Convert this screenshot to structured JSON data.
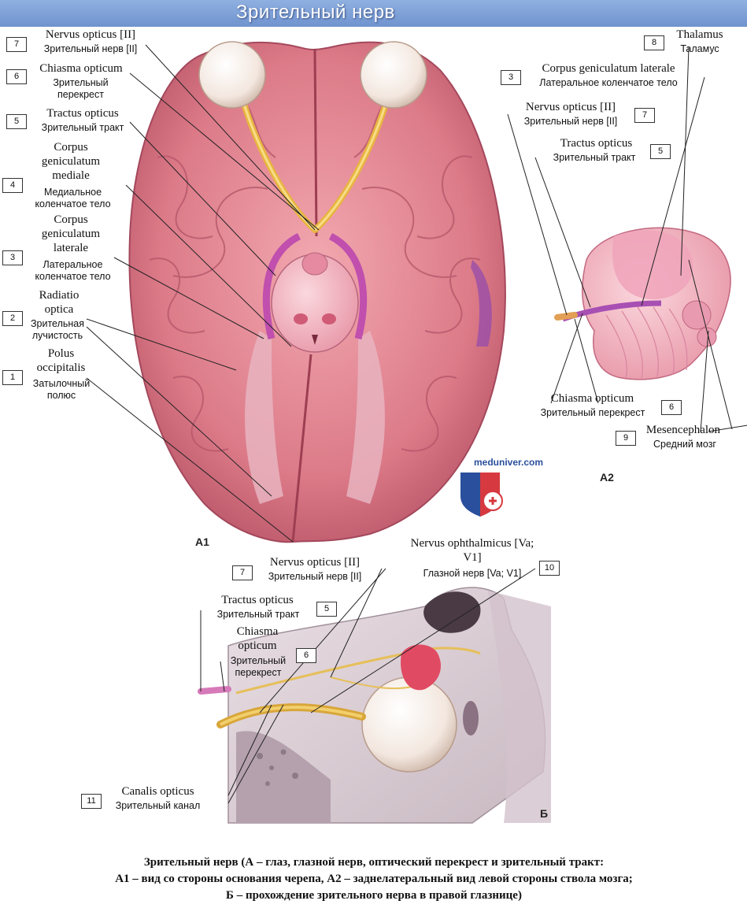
{
  "header": {
    "title": "Зрительный нерв"
  },
  "panels": {
    "a1": "А1",
    "a2": "А2",
    "b": "Б"
  },
  "watermark": "meduniver.com",
  "labels_a1": [
    {
      "num": "7",
      "lat": "Nervus opticus [II]",
      "rus": "Зрительный нерв [II]"
    },
    {
      "num": "6",
      "lat": "Chiasma opticum",
      "rus": "Зрительный перекрест"
    },
    {
      "num": "5",
      "lat": "Tractus opticus",
      "rus": "Зрительный тракт"
    },
    {
      "num": "4",
      "lat": "Corpus geniculatum mediale",
      "rus": "Медиальное коленчатое тело"
    },
    {
      "num": "3",
      "lat": "Corpus geniculatum laterale",
      "rus": "Латеральное коленчатое тело"
    },
    {
      "num": "2",
      "lat": "Radiatio optica",
      "rus": "Зрительная лучистость"
    },
    {
      "num": "1",
      "lat": "Polus occipitalis",
      "rus": "Затылочный полюс"
    }
  ],
  "labels_a2": [
    {
      "num": "8",
      "lat": "Thalamus",
      "rus": "Таламус"
    },
    {
      "num": "3",
      "lat": "Corpus geniculatum laterale",
      "rus": "Латеральное коленчатое тело"
    },
    {
      "num": "7",
      "lat": "Nervus opticus [II]",
      "rus": "Зрительный нерв [II]"
    },
    {
      "num": "5",
      "lat": "Tractus opticus",
      "rus": "Зрительный тракт"
    },
    {
      "num": "6",
      "lat": "Chiasma opticum",
      "rus": "Зрительный перекрест"
    },
    {
      "num": "9",
      "lat": "Mesencephalon",
      "rus": "Средний мозг"
    }
  ],
  "labels_b": [
    {
      "num": "10",
      "lat": "Nervus ophthalmicus [Va; V1]",
      "rus": "Глазной нерв [Va; V1]"
    },
    {
      "num": "7",
      "lat": "Nervus opticus [II]",
      "rus": "Зрительный нерв [II]"
    },
    {
      "num": "5",
      "lat": "Tractus opticus",
      "rus": "Зрительный тракт"
    },
    {
      "num": "6",
      "lat": "Chiasma opticum",
      "rus": "Зрительный перекрест"
    },
    {
      "num": "11",
      "lat": "Canalis opticus",
      "rus": "Зрительный канал"
    }
  ],
  "caption": {
    "line1": "Зрительный нерв (А – глаз, глазной нерв, оптический перекрест и зрительный тракт:",
    "line2": "А1 – вид со стороны основания черепа, А2 – заднелатеральный вид левой стороны ствола мозга;",
    "line3": "Б – прохождение зрительного нерва в правой глазнице)"
  }
}
